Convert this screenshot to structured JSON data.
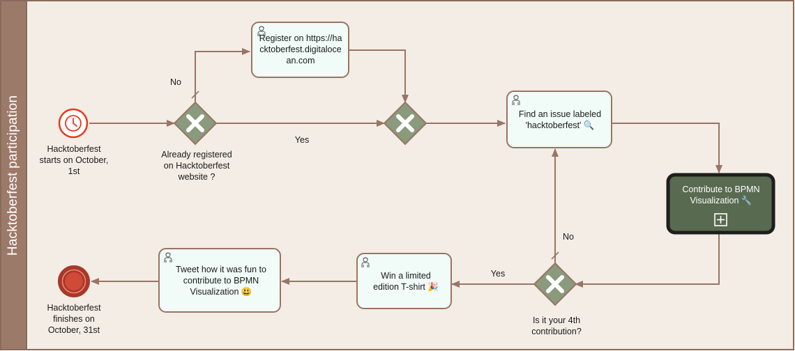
{
  "pool": {
    "label": "Hacktoberfest participation",
    "colors": {
      "header": "#9c7a6a",
      "lane_bg": "#f3ede5",
      "border": "#8a6b5b",
      "flow": "#9a7464",
      "task_fill": "#f1fbf8",
      "gateway_fill": "#899a7d",
      "subprocess_fill": "#586a50",
      "start": "#e8381e",
      "end": "#a8382a"
    }
  },
  "start_event": {
    "label": "Hacktoberfest starts on October, 1st",
    "icon": "clock-icon"
  },
  "end_event": {
    "label": "Hacktoberfest finishes on October, 31st"
  },
  "gateway_registered": {
    "label": "Already registered on Hacktoberfest website ?",
    "no_label": "No",
    "yes_label": "Yes"
  },
  "task_register": {
    "label": "Register on https://hacktoberfest.digitalocean.com"
  },
  "task_find_issue": {
    "label": "Find an issue labeled 'hacktoberfest' 🔍"
  },
  "subprocess_contribute": {
    "label": "Contribute to BPMN Visualization 🔧"
  },
  "gateway_fourth": {
    "label": "Is it your 4th contribution?",
    "no_label": "No",
    "yes_label": "Yes"
  },
  "task_win": {
    "label": "Win a limited edition T-shirt 🎉"
  },
  "task_tweet": {
    "label": "Tweet how it was fun to contribute to BPMN Visualization 😃"
  }
}
